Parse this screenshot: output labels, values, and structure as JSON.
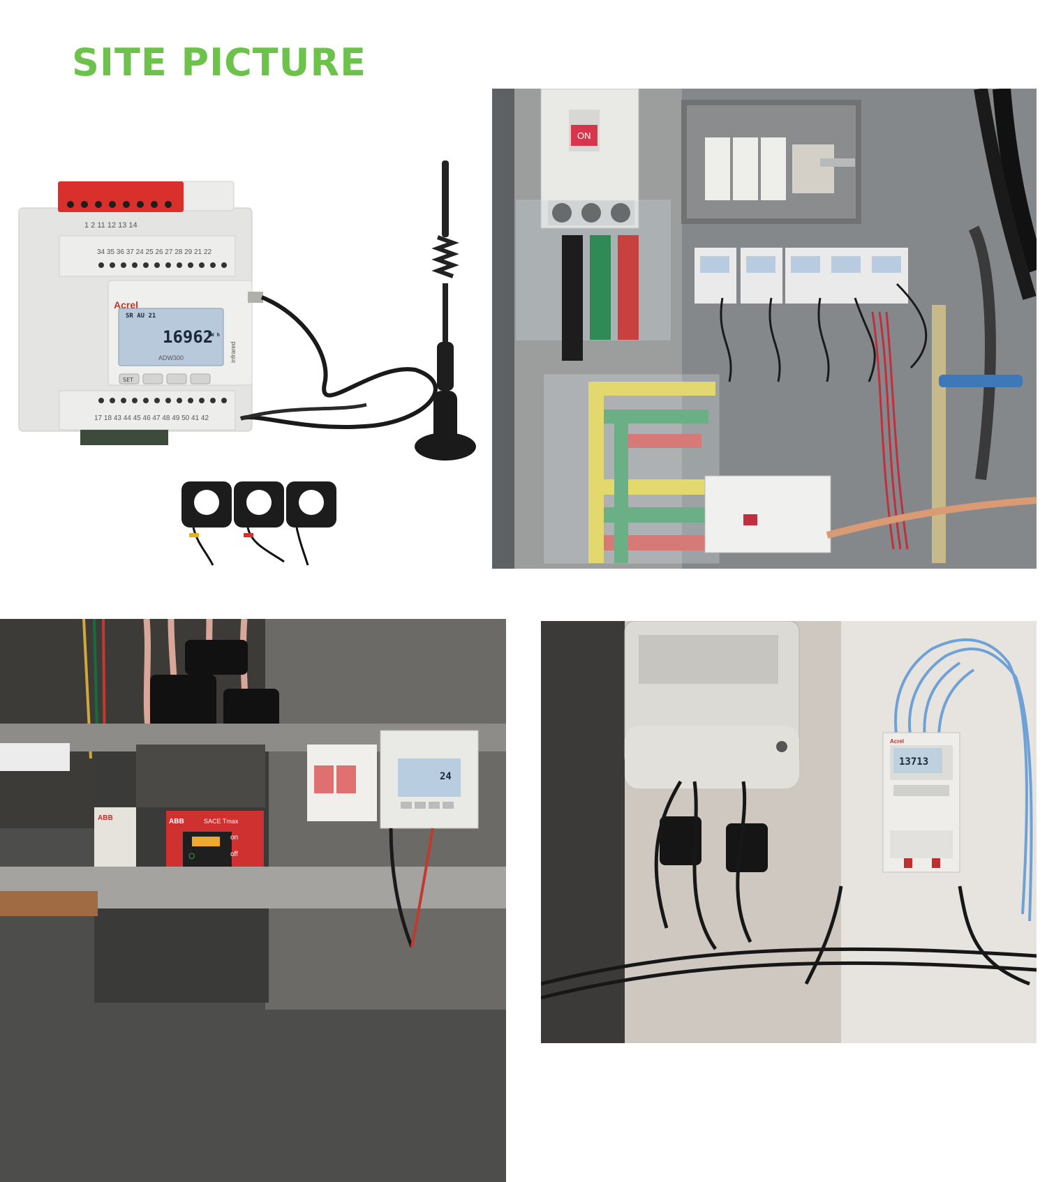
{
  "header": {
    "title": "SITE PICTURE"
  },
  "product": {
    "brand": "Acrel",
    "model": "ADW300",
    "display_value": "16962",
    "display_top": "SR AU 21",
    "display_unit": "kW h",
    "side_label": "infrared",
    "buttons": [
      "SET",
      "",
      "",
      ""
    ],
    "top_terminals": "1  2    11   12   13   14",
    "mid_terminals": "34 35 36 37 24 25 26 27 28 29 21 22",
    "bottom_terminals": "17 18 43 44 45 46 47 48 49 50 41 42",
    "colors": {
      "terminal_red": "#d9302b",
      "housing": "#e4e4e2",
      "lcd": "#b9c9dc",
      "cable": "#1a1a1a"
    }
  },
  "photo_cabinet": {
    "breaker_label": "ON",
    "colors": {
      "cabinet": "#8d8f90",
      "busbar_yellow": "#e8d63a",
      "busbar_green": "#3c9a5c",
      "busbar_red": "#d94e48"
    }
  },
  "photo_bottom_left": {
    "meter_display": "24",
    "breaker_brand": "ABB",
    "breaker_model": "SACE Tmax",
    "breaker_on": "on",
    "breaker_off": "off",
    "breaker_indicator": "O"
  },
  "photo_bottom_right": {
    "meter_brand": "Acrel",
    "meter_display": "13713"
  }
}
